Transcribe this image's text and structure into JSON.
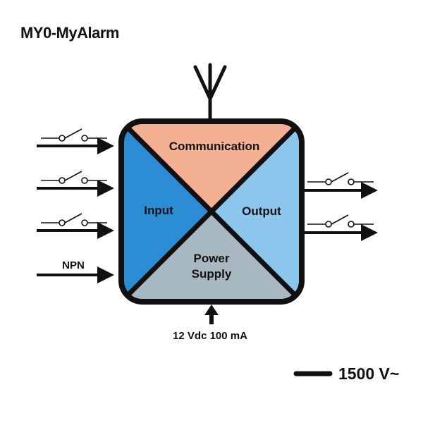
{
  "title": "MY0-MyAlarm",
  "sections": {
    "communication": {
      "label": "Communication",
      "color": "#F4B092"
    },
    "input": {
      "label": "Input",
      "color": "#2B8ED4"
    },
    "output": {
      "label": "Output",
      "color": "#8CC6EC"
    },
    "power": {
      "label_line1": "Power",
      "label_line2": "Supply",
      "color": "#A8B8C0"
    }
  },
  "inputs": {
    "npn_label": "NPN",
    "switch_count": 3
  },
  "outputs": {
    "switch_count": 2
  },
  "power_input": {
    "label": "12 Vdc 100 mA"
  },
  "isolation": {
    "label": "1500 V~"
  }
}
